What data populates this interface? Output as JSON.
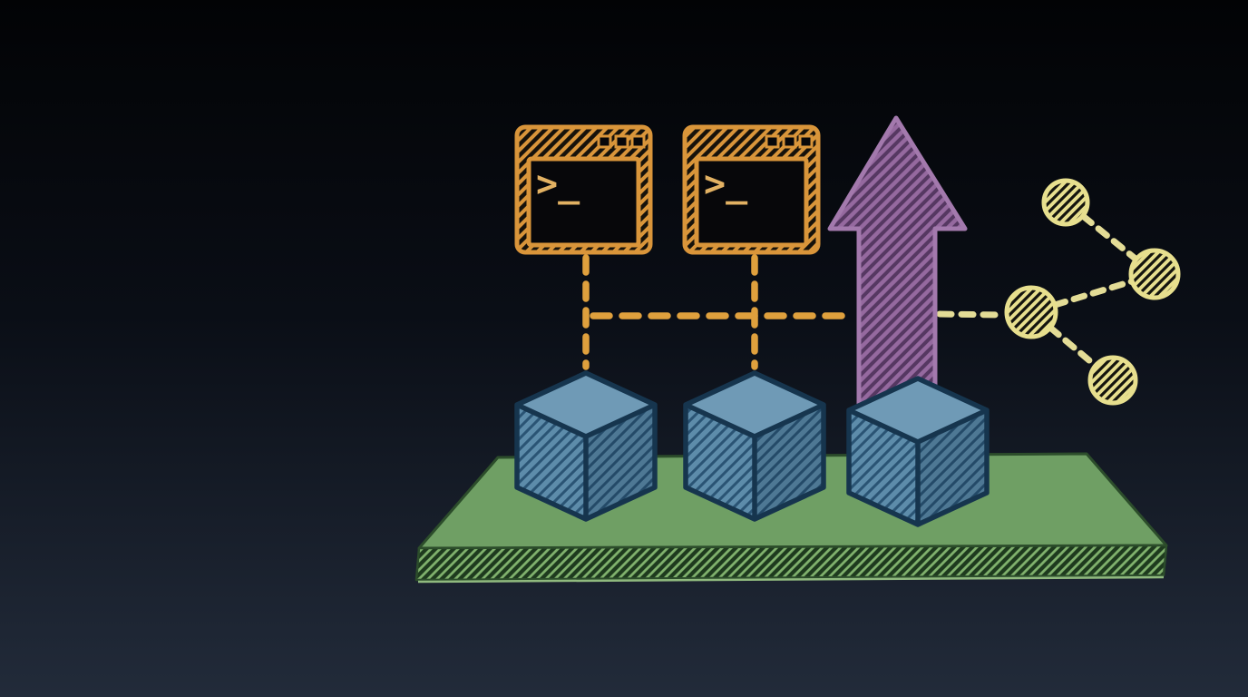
{
  "illustration": {
    "background": {
      "top": "#020305",
      "mid": "#0a0e16",
      "bottom": "#222b3a"
    },
    "terminal": {
      "count": 2,
      "frame_color": "#d9953a",
      "hatch_dark": "#16120b",
      "screen_color": "#07070a",
      "prompt_color": "#e2b163",
      "prompt_glyph": ">_",
      "button_count": 3
    },
    "connectors": {
      "dash_orange": "#dfa03d",
      "dash_yellow": "#e3dc96"
    },
    "cubes": {
      "count": 3,
      "top_color": "#6f9ab6",
      "face_color": "#5d8caa",
      "hatch_color": "#2a5474",
      "outline_color": "#16354e"
    },
    "arrow": {
      "direction": "up",
      "fill": "#563862",
      "hatch": "#95699f",
      "outline": "#a379ad"
    },
    "platform": {
      "top_color": "#6f9f64",
      "outline": "#2c4d2b",
      "edge_color": "#1e3a1e",
      "edge_hatch": "#7fb06c",
      "edge_highlight": "#8fb97e"
    },
    "network": {
      "node_count": 4,
      "node_color": "#e7df8e",
      "node_hatch": "#14140e",
      "link_color": "#e3dc96"
    }
  }
}
